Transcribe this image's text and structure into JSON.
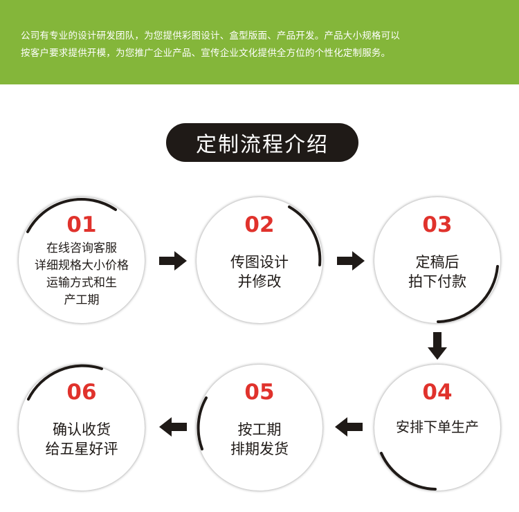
{
  "banner": {
    "line1": "公司有专业的设计研发团队，为您提供彩图设计、盒型版面、产品开发。产品大小规格可以",
    "line2": "按客户要求提供开模，为您推广企业产品、宣传企业文化提供全方位的个性化定制服务。"
  },
  "section_title": "定制流程介绍",
  "steps": [
    {
      "num": "01",
      "lines": [
        "在线咨询客服",
        "详细规格大小价格",
        "运输方式和生",
        "产工期"
      ]
    },
    {
      "num": "02",
      "lines": [
        "传图设计",
        "并修改"
      ]
    },
    {
      "num": "03",
      "lines": [
        "定稿后",
        "拍下付款"
      ]
    },
    {
      "num": "04",
      "lines": [
        "安排下单生产"
      ]
    },
    {
      "num": "05",
      "lines": [
        "按工期",
        "排期发货"
      ]
    },
    {
      "num": "06",
      "lines": [
        "确认收货",
        "给五星好评"
      ]
    }
  ],
  "icons": {
    "arrow_1_2": "arrow-right-icon",
    "arrow_2_3": "arrow-right-icon",
    "arrow_3_4": "arrow-down-icon",
    "arrow_4_5": "arrow-left-icon",
    "arrow_5_6": "arrow-left-icon"
  },
  "colors": {
    "banner": "#84b63a",
    "title_pill": "#1f1a17",
    "step_number": "#e0322c",
    "step_text": "#1f1a17",
    "arrow": "#1f1a17"
  }
}
